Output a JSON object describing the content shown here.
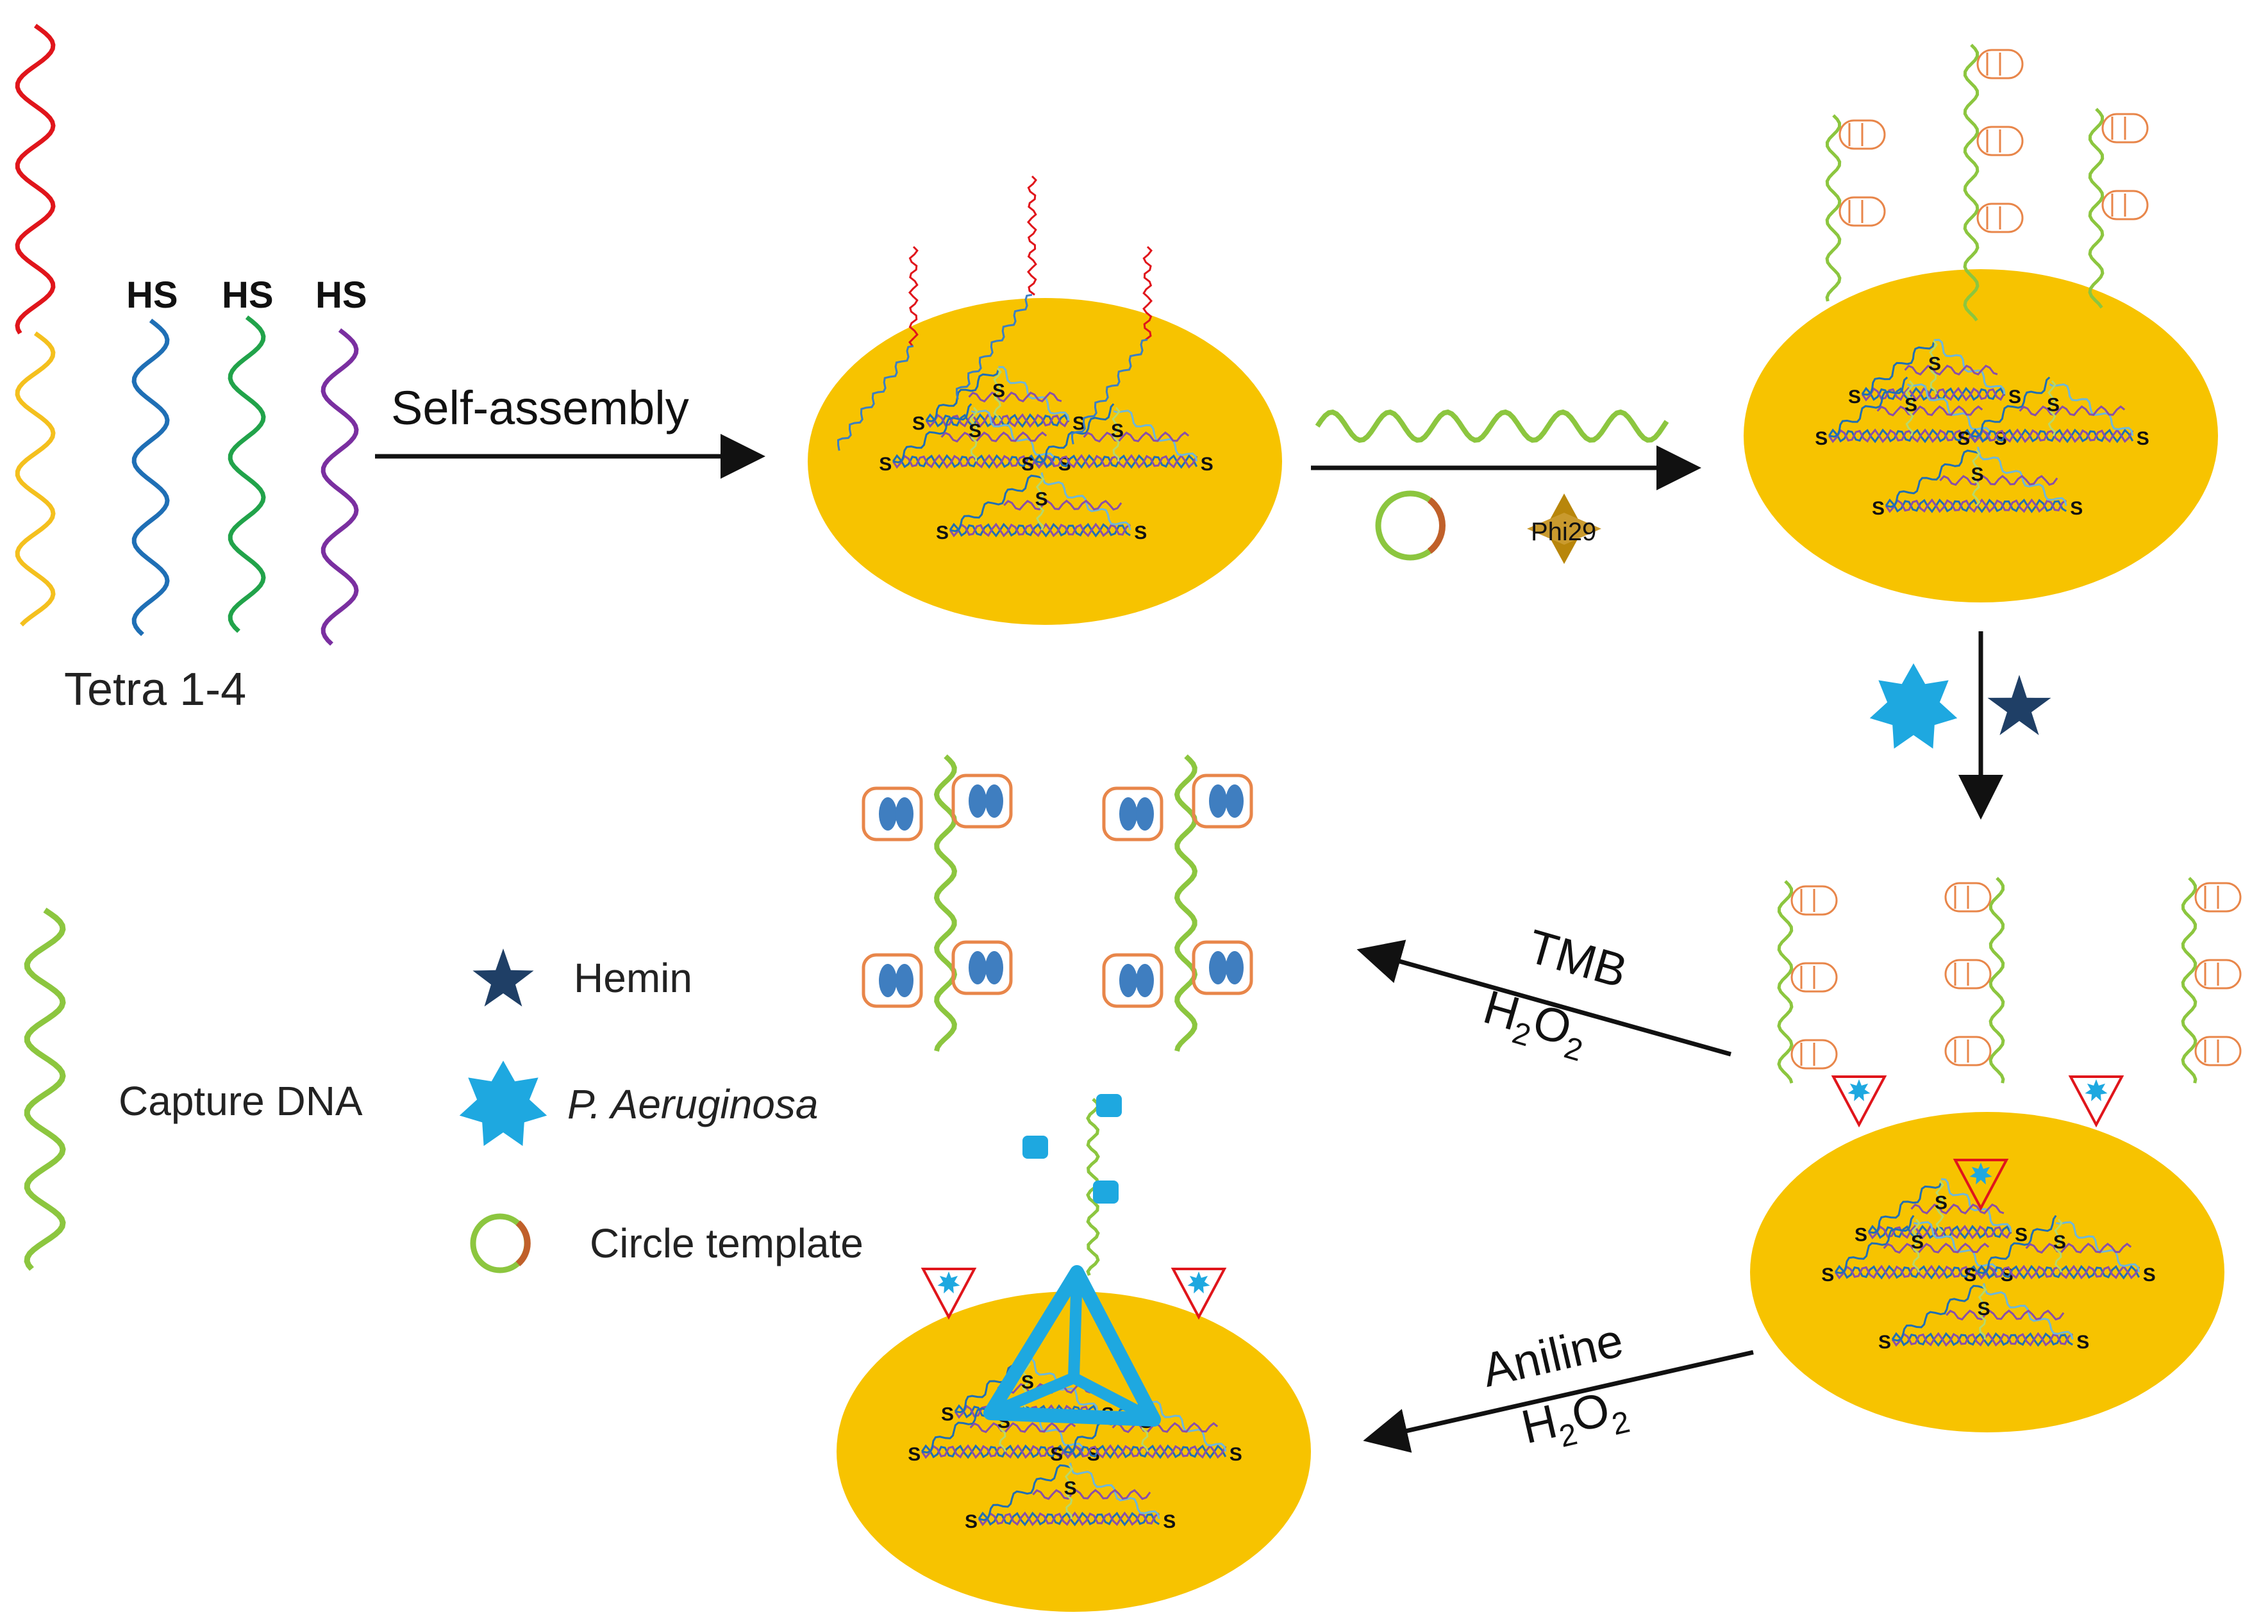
{
  "colors": {
    "gold": "#F7C300",
    "red": "#E0151B",
    "yellow": "#F4C01E",
    "blue": "#1F6FB5",
    "green": "#21A34A",
    "purple": "#7A2FA0",
    "capture_green": "#8CC63F",
    "hairpin": "#E8864A",
    "pathogen": "#1EA8E0",
    "hemin": "#1F3F66",
    "phi29": "#B8860B",
    "circle_arc": "#C0602A"
  },
  "tetra": {
    "hs_labels": [
      "HS",
      "HS",
      "HS"
    ],
    "caption": "Tetra 1-4"
  },
  "steps": {
    "self_assembly": "Self-assembly",
    "phi29": "Phi29",
    "tmb": {
      "line1": "TMB",
      "h2o2_main": "H",
      "h2o2_sub1": "2",
      "h2o2_mid": "O",
      "h2o2_sub2": "2"
    },
    "aniline": {
      "line1": "Aniline",
      "h2o2_main": "H",
      "h2o2_sub1": "2",
      "h2o2_mid": "O",
      "h2o2_sub2": "2"
    }
  },
  "legend": {
    "hemin": "Hemin",
    "capture": "Capture DNA",
    "pathogen": "P. Aeruginosa",
    "circle": "Circle template"
  },
  "icons": [
    "hemin-star-icon",
    "pathogen-star-icon",
    "circle-template-icon",
    "phi29-enzyme-icon"
  ]
}
